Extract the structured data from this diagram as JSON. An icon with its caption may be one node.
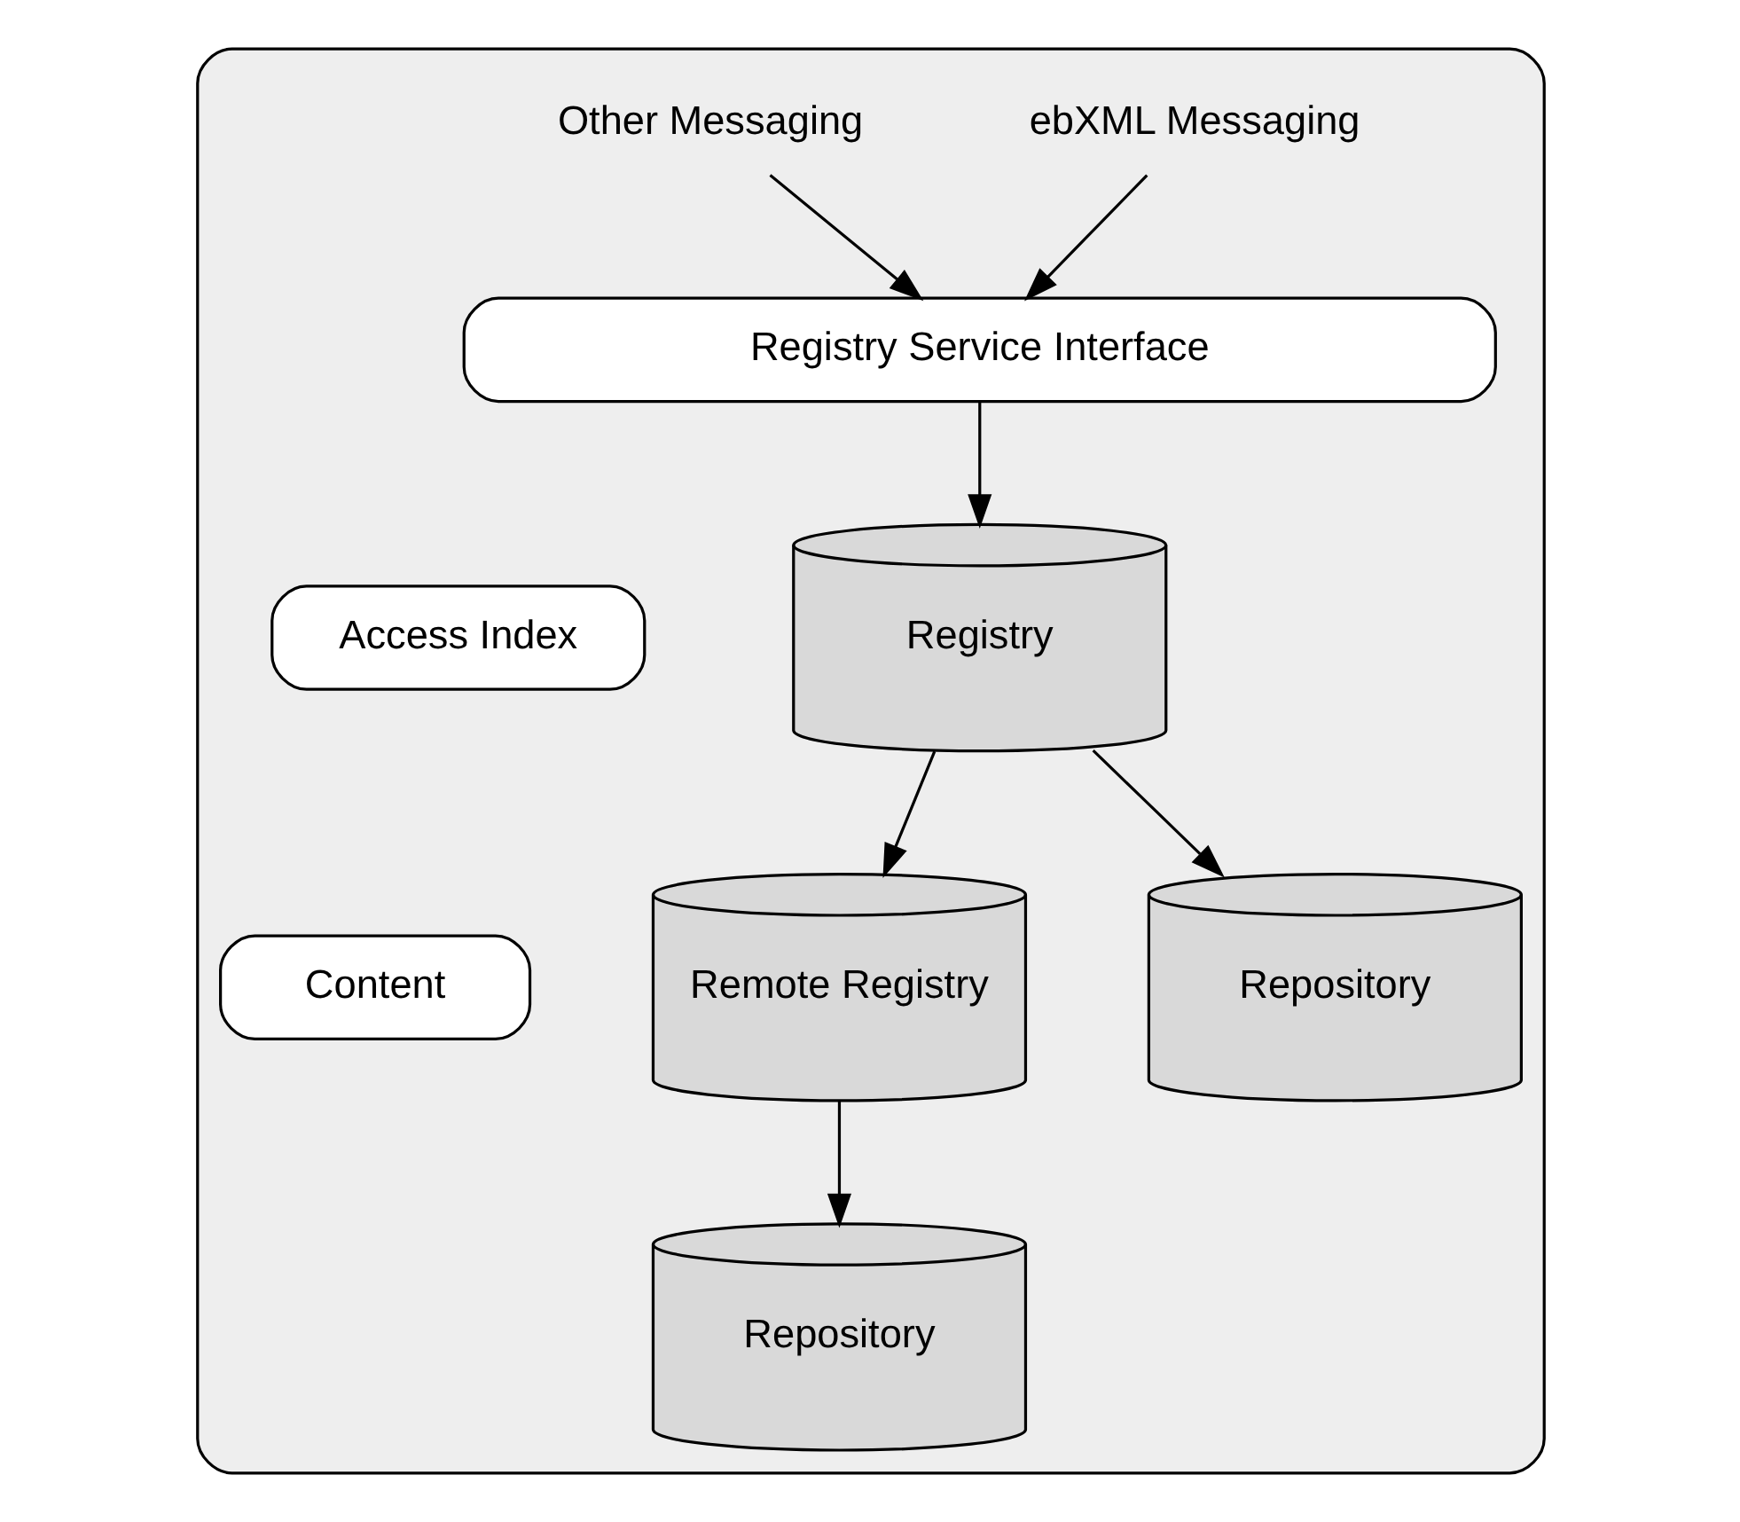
{
  "diagram": {
    "nodes": [
      {
        "text": [],
        "shape": "box"
      },
      {
        "text": [
          "ebXML Messaging"
        ],
        "in": 0
      },
      {
        "text": [
          "Other Messaging"
        ],
        "in": 0
      },
      {
        "text": [
          "Registry Service Interface"
        ],
        "in": 0
      },
      {
        "text": [
          "Registry"
        ],
        "in": 0
      },
      {
        "text": [
          "Access Index"
        ],
        "in": 0
      },
      {
        "text": [
          "Remote Registry"
        ],
        "in": 0
      },
      {
        "text": [
          "Repository"
        ],
        "in": 0
      },
      {
        "text": [
          "Content"
        ],
        "in": 0
      },
      {
        "text": [
          "Repository"
        ],
        "in": 0
      }
    ],
    "edges": [
      {
        "from": 1,
        "to": 3,
        "arrow": "to"
      },
      {
        "from": 2,
        "to": 3,
        "arrow": "to"
      },
      {
        "from": 3,
        "to": 4,
        "arrow": "to"
      },
      {
        "from": 4,
        "to": 6,
        "arrow": "to"
      },
      {
        "from": 4,
        "to": 7,
        "arrow": "to"
      },
      {
        "from": 6,
        "to": 9,
        "arrow": "to"
      }
    ]
  }
}
